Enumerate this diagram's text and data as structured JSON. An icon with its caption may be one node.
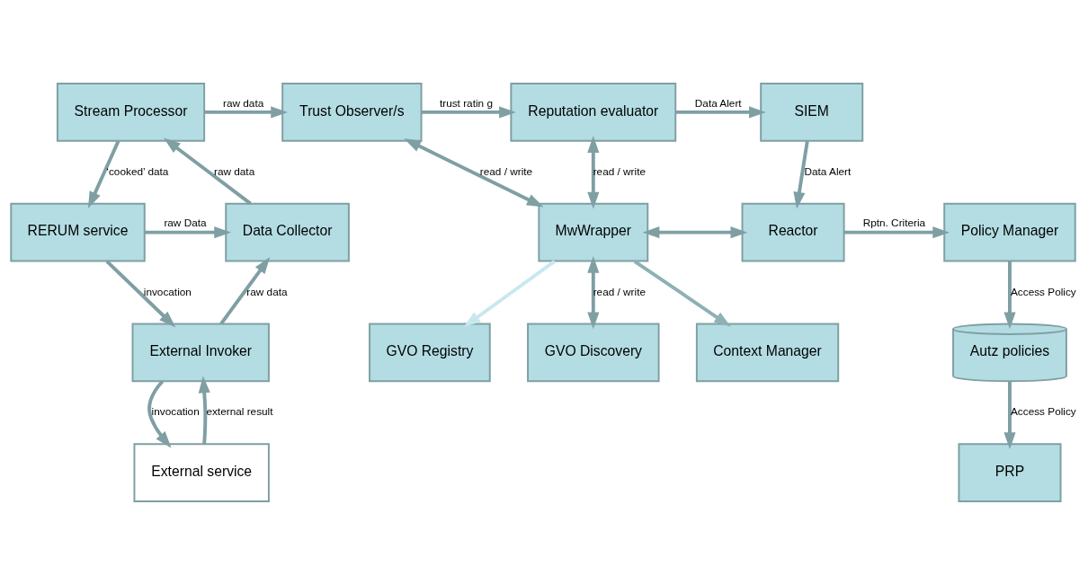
{
  "diagram": {
    "nodes": [
      {
        "text": [
          "Stream Processor"
        ]
      },
      {
        "text": [
          "Trust Observer/s"
        ]
      },
      {
        "text": [
          "Reputation evaluator"
        ]
      },
      {
        "text": [
          "SIEM"
        ]
      },
      {
        "text": [
          "RERUM service"
        ]
      },
      {
        "text": [
          "Data Collector"
        ]
      },
      {
        "text": [
          "MwWrapper"
        ]
      },
      {
        "text": [
          "Reactor"
        ]
      },
      {
        "text": [
          "Policy Manager"
        ]
      },
      {
        "text": [
          "External Invoker"
        ]
      },
      {
        "text": [
          "GVO Registry"
        ]
      },
      {
        "text": [
          "GVO Discovery"
        ]
      },
      {
        "text": [
          "Context Manager"
        ]
      },
      {
        "text": [
          "Autz policies"
        ]
      },
      {
        "text": [
          "External service"
        ]
      },
      {
        "text": [
          "PRP"
        ]
      }
    ],
    "edges": [
      {
        "from": 0,
        "to": 4,
        "arrow": "to",
        "label": "‘cooked’ data"
      },
      {
        "from": 0,
        "to": 1,
        "arrow": "to",
        "label": "raw data"
      },
      {
        "from": 1,
        "to": 2,
        "arrow": "to",
        "label": "trust ratin g"
      },
      {
        "from": 2,
        "to": 3,
        "arrow": "to",
        "label": "Data Alert"
      },
      {
        "from": 4,
        "to": 5,
        "arrow": "to",
        "label": "raw Data"
      },
      {
        "from": 5,
        "to": 0,
        "arrow": "to",
        "label": "raw data"
      },
      {
        "from": 4,
        "to": 9,
        "arrow": "to",
        "label": "invocation"
      },
      {
        "from": 9,
        "to": 5,
        "arrow": "to",
        "label": "raw data"
      },
      {
        "from": 9,
        "to": 14,
        "arrow": "to",
        "label": "invocation"
      },
      {
        "from": 14,
        "to": 9,
        "arrow": "to",
        "label": "external result"
      },
      {
        "from": 1,
        "to": 6,
        "arrow": "both",
        "label": "read / write"
      },
      {
        "from": 2,
        "to": 6,
        "arrow": "both",
        "label": "read / write"
      },
      {
        "from": 6,
        "to": 7,
        "arrow": "both"
      },
      {
        "from": 3,
        "to": 7,
        "arrow": "to",
        "label": "Data Alert"
      },
      {
        "from": 7,
        "to": 8,
        "arrow": "to",
        "label": "Rptn. Criteria"
      },
      {
        "from": 6,
        "to": 10,
        "arrow": "to",
        "color": "#c8e8ee"
      },
      {
        "from": 6,
        "to": 11,
        "arrow": "both",
        "label": "read / write"
      },
      {
        "from": 6,
        "to": 12,
        "arrow": "to",
        "color": "#8fb0b4"
      },
      {
        "from": 8,
        "to": 13,
        "arrow": "to",
        "label": "Access Policy"
      },
      {
        "from": 13,
        "to": 15,
        "arrow": "to",
        "label": "Access Policy"
      }
    ]
  }
}
